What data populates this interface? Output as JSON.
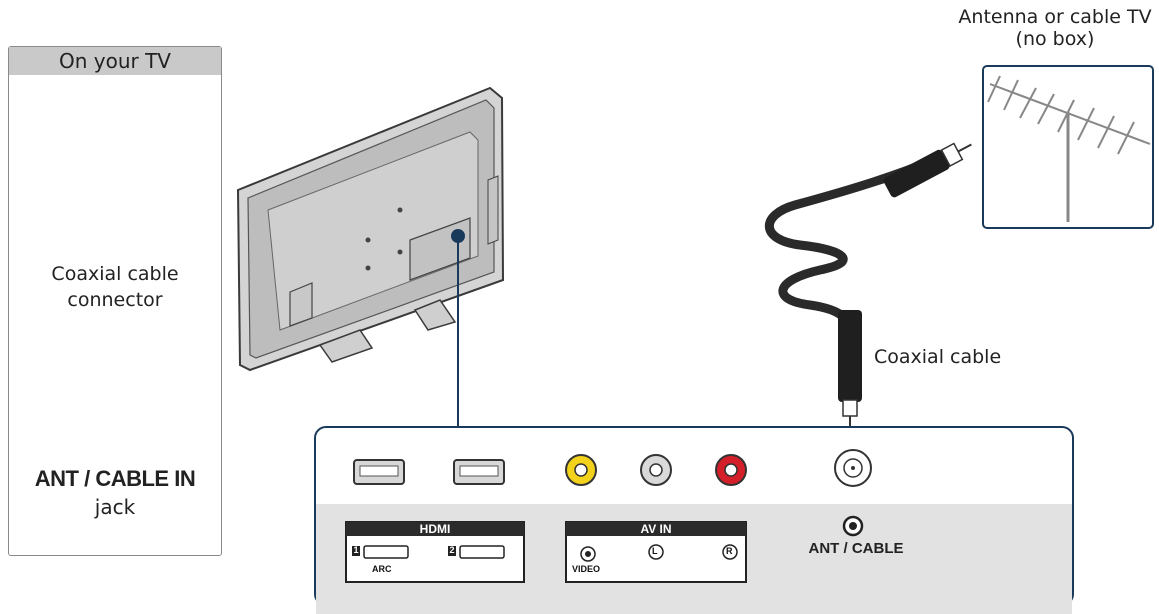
{
  "sidebar": {
    "header": "On your TV",
    "coax_connector_label_line1": "Coaxial cable",
    "coax_connector_label_line2": "connector",
    "jack_label_bold": "ANT / CABLE IN",
    "jack_label_sub": "jack"
  },
  "antenna": {
    "label_line1": "Antenna or cable TV",
    "label_line2": "(no box)"
  },
  "cable": {
    "label": "Coaxial cable"
  },
  "panel": {
    "hdmi_tag": "HDMI",
    "hdmi_port1_num": "1",
    "hdmi_port2_num": "2",
    "hdmi_arc": "ARC",
    "av_in_tag": "AV IN",
    "av_video": "VIDEO",
    "av_left": "L",
    "av_right": "R",
    "ant_cable_label": "ANT / CABLE"
  },
  "colors": {
    "accent_line": "#1a3a5c",
    "rca_yellow": "#f2d21b",
    "rca_white": "#d9d9d9",
    "rca_red": "#d21f2a"
  }
}
